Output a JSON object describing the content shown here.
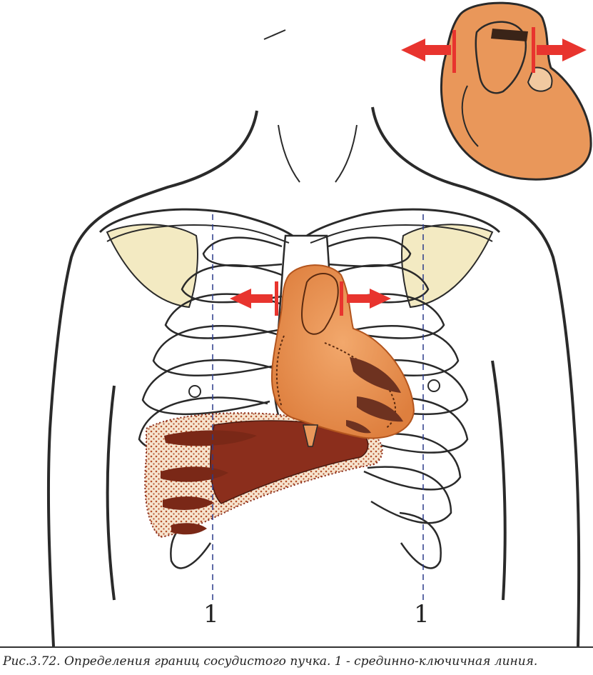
{
  "figure": {
    "midclavicular_label_left": "1",
    "midclavicular_label_right": "1"
  },
  "caption": {
    "text": "Рис.3.72. Определения границ сосудистого пучка. 1 - срединно-ключичная линия."
  },
  "colors": {
    "heart_fill": "#e9975a",
    "liver_fill": "#8b2e1c",
    "arrow_red": "#e8342e",
    "outline": "#2a2a2a",
    "lung_apex": "#f3eac2"
  }
}
